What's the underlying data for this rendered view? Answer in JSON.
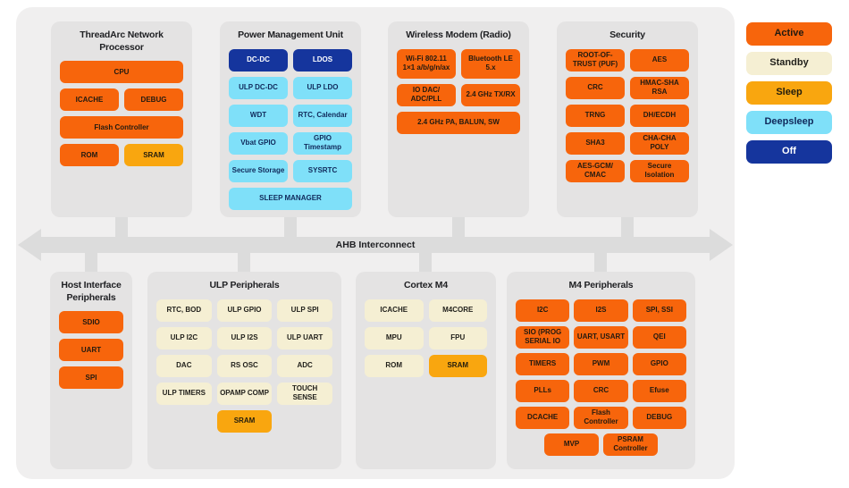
{
  "states": {
    "active": {
      "label": "Active",
      "bg": "#F7650C",
      "fg": "#221A10"
    },
    "standby": {
      "label": "Standby",
      "bg": "#F5EFD3",
      "fg": "#22211C"
    },
    "sleep": {
      "label": "Sleep",
      "bg": "#F9A60F",
      "fg": "#221C0E"
    },
    "deepsleep": {
      "label": "Deepsleep",
      "bg": "#7FE0F9",
      "fg": "#10295B"
    },
    "off": {
      "label": "Off",
      "bg": "#15359D",
      "fg": "#FFFFFF"
    }
  },
  "colors": {
    "page_background": "#FFFFFF",
    "diagram_background": "#F0EFEF",
    "panel_background": "#E4E3E3",
    "bus_gray": "#DCDCDC",
    "title_text": "#202124"
  },
  "legend": {
    "items": [
      {
        "label": "Active",
        "state": "active"
      },
      {
        "label": "Standby",
        "state": "standby"
      },
      {
        "label": "Sleep",
        "state": "sleep"
      },
      {
        "label": "Deepsleep",
        "state": "deepsleep"
      },
      {
        "label": "Off",
        "state": "off"
      }
    ]
  },
  "bus": {
    "label": "AHB Interconnect"
  },
  "panels": {
    "threadarc": {
      "title": "ThreadArc Network Processor",
      "items": [
        {
          "label": "CPU",
          "state": "active"
        },
        {
          "label": "ICACHE",
          "state": "active"
        },
        {
          "label": "DEBUG",
          "state": "active"
        },
        {
          "label": "Flash Controller",
          "state": "active"
        },
        {
          "label": "ROM",
          "state": "active"
        },
        {
          "label": "SRAM",
          "state": "sleep"
        }
      ]
    },
    "pmu": {
      "title": "Power Management Unit",
      "items": [
        {
          "label": "DC-DC",
          "state": "off"
        },
        {
          "label": "LDOS",
          "state": "off"
        },
        {
          "label": "ULP DC-DC",
          "state": "deepsleep"
        },
        {
          "label": "ULP LDO",
          "state": "deepsleep"
        },
        {
          "label": "WDT",
          "state": "deepsleep"
        },
        {
          "label": "RTC, Calendar",
          "state": "deepsleep"
        },
        {
          "label": "Vbat GPIO",
          "state": "deepsleep"
        },
        {
          "label": "GPIO Timestamp",
          "state": "deepsleep"
        },
        {
          "label": "Secure Storage",
          "state": "deepsleep"
        },
        {
          "label": "SYSRTC",
          "state": "deepsleep"
        },
        {
          "label": "SLEEP MANAGER",
          "state": "deepsleep"
        }
      ]
    },
    "wireless": {
      "title": "Wireless Modem (Radio)",
      "items": [
        {
          "label": "Wi-Fi 802.11 1×1 a/b/g/n/ax",
          "state": "active"
        },
        {
          "label": "Bluetooth LE 5.x",
          "state": "active"
        },
        {
          "label": "IO DAC/ ADC/PLL",
          "state": "active"
        },
        {
          "label": "2.4 GHz TX/RX",
          "state": "active"
        },
        {
          "label": "2.4 GHz PA, BALUN, SW",
          "state": "active"
        }
      ]
    },
    "security": {
      "title": "Security",
      "items": [
        {
          "label": "ROOT-OF-TRUST (PUF)",
          "state": "active"
        },
        {
          "label": "AES",
          "state": "active"
        },
        {
          "label": "CRC",
          "state": "active"
        },
        {
          "label": "HMAC-SHA RSA",
          "state": "active"
        },
        {
          "label": "TRNG",
          "state": "active"
        },
        {
          "label": "DH/ECDH",
          "state": "active"
        },
        {
          "label": "SHA3",
          "state": "active"
        },
        {
          "label": "CHA-CHA POLY",
          "state": "active"
        },
        {
          "label": "AES-GCM/ CMAC",
          "state": "active"
        },
        {
          "label": "Secure Isolation",
          "state": "active"
        }
      ]
    },
    "host": {
      "title": "Host Interface Peripherals",
      "items": [
        {
          "label": "SDIO",
          "state": "active"
        },
        {
          "label": "UART",
          "state": "active"
        },
        {
          "label": "SPI",
          "state": "active"
        }
      ]
    },
    "ulp": {
      "title": "ULP Peripherals",
      "items": [
        {
          "label": "RTC, BOD",
          "state": "standby"
        },
        {
          "label": "ULP GPIO",
          "state": "standby"
        },
        {
          "label": "ULP SPI",
          "state": "standby"
        },
        {
          "label": "ULP I2C",
          "state": "standby"
        },
        {
          "label": "ULP I2S",
          "state": "standby"
        },
        {
          "label": "ULP UART",
          "state": "standby"
        },
        {
          "label": "DAC",
          "state": "standby"
        },
        {
          "label": "RS OSC",
          "state": "standby"
        },
        {
          "label": "ADC",
          "state": "standby"
        },
        {
          "label": "ULP TIMERS",
          "state": "standby"
        },
        {
          "label": "OPAMP COMP",
          "state": "standby"
        },
        {
          "label": "TOUCH SENSE",
          "state": "standby"
        },
        {
          "label": "SRAM",
          "state": "sleep"
        }
      ]
    },
    "cortexm4": {
      "title": "Cortex M4",
      "items": [
        {
          "label": "ICACHE",
          "state": "standby"
        },
        {
          "label": "M4CORE",
          "state": "standby"
        },
        {
          "label": "MPU",
          "state": "standby"
        },
        {
          "label": "FPU",
          "state": "standby"
        },
        {
          "label": "ROM",
          "state": "standby"
        },
        {
          "label": "SRAM",
          "state": "sleep"
        }
      ]
    },
    "m4periph": {
      "title": "M4 Peripherals",
      "items": [
        {
          "label": "I2C",
          "state": "active"
        },
        {
          "label": "I2S",
          "state": "active"
        },
        {
          "label": "SPI, SSI",
          "state": "active"
        },
        {
          "label": "SIO (PROG SERIAL IO",
          "state": "active"
        },
        {
          "label": "UART, USART",
          "state": "active"
        },
        {
          "label": "QEI",
          "state": "active"
        },
        {
          "label": "TIMERS",
          "state": "active"
        },
        {
          "label": "PWM",
          "state": "active"
        },
        {
          "label": "GPIO",
          "state": "active"
        },
        {
          "label": "PLLs",
          "state": "active"
        },
        {
          "label": "CRC",
          "state": "active"
        },
        {
          "label": "Efuse",
          "state": "active"
        },
        {
          "label": "DCACHE",
          "state": "active"
        },
        {
          "label": "Flash Controller",
          "state": "active"
        },
        {
          "label": "DEBUG",
          "state": "active"
        },
        {
          "label": "MVP",
          "state": "active"
        },
        {
          "label": "PSRAM Controller",
          "state": "active"
        }
      ]
    }
  }
}
